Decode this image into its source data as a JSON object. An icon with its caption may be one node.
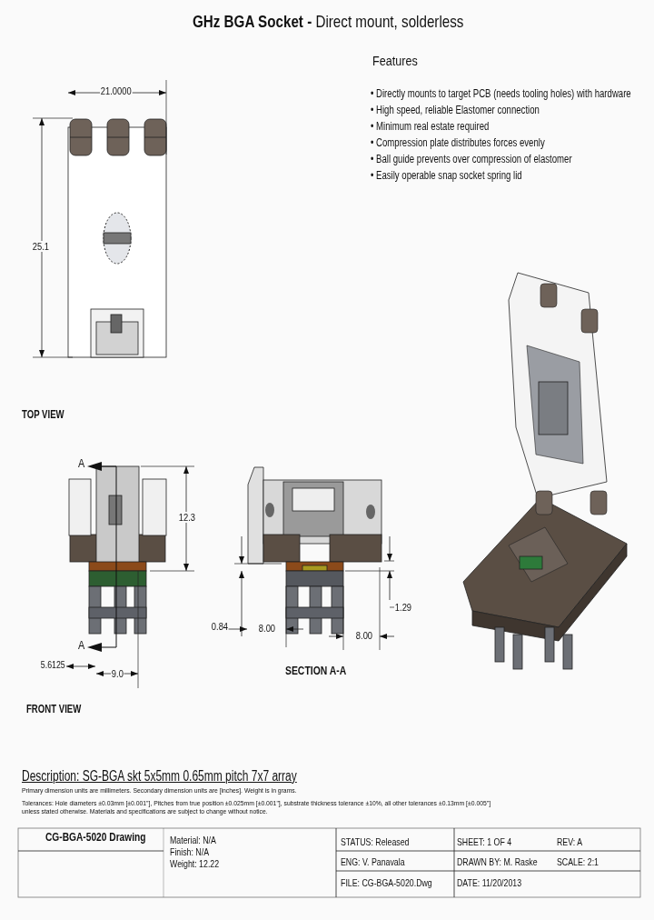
{
  "diagram": {
    "title": "**GHz BGA Socket -** Direct mount, solderless",
    "labels": [
      "Features",
      "• Directly mounts to target PCB (needs tooling holes) with hardware",
      "• High speed, reliable Elastomer connection",
      "• Minimum real estate required",
      "• Compression plate distributes forces evenly",
      "• Ball guide prevents over compression of elastomer",
      "• Easily operable snap socket spring lid",
      "21.0000",
      "25.1",
      "TOP VIEW",
      "A",
      "12.3",
      "A",
      "5.6125",
      "9.0",
      "1.29",
      "0.84",
      "8.00",
      "8.00",
      "SECTION A-A",
      "FRONT VIEW",
      "Description: SG-BGA skt 5x5mm 0.65mm pitch 7x7 array",
      "Primary dimension units are millimeters. Secondary dimension units are [inches]. Weight is in grams.",
      "Tolerances: Hole diameters ±0.03mm [±0.001\"], Pitches from true position ±0.025mm [±0.001\"], substrate thickness tolerance ±10%, all other tolerances ±0.13mm [±0.005\"] unless stated otherwise. Materials and specifications are subject to change without notice.",
      "CG-BGA-5020 Drawing",
      "Material: N/A",
      "Finish: N/A",
      "Weight: 12.22",
      "STATUS: Released",
      "SHEET: 1 OF 4",
      "REV: A",
      "ENG: V. Panavala",
      "DRAWN BY: M. Raske",
      "SCALE: 2:1",
      "FILE: CG-BGA-5020.Dwg",
      "DATE: 11/20/2013"
    ]
  }
}
